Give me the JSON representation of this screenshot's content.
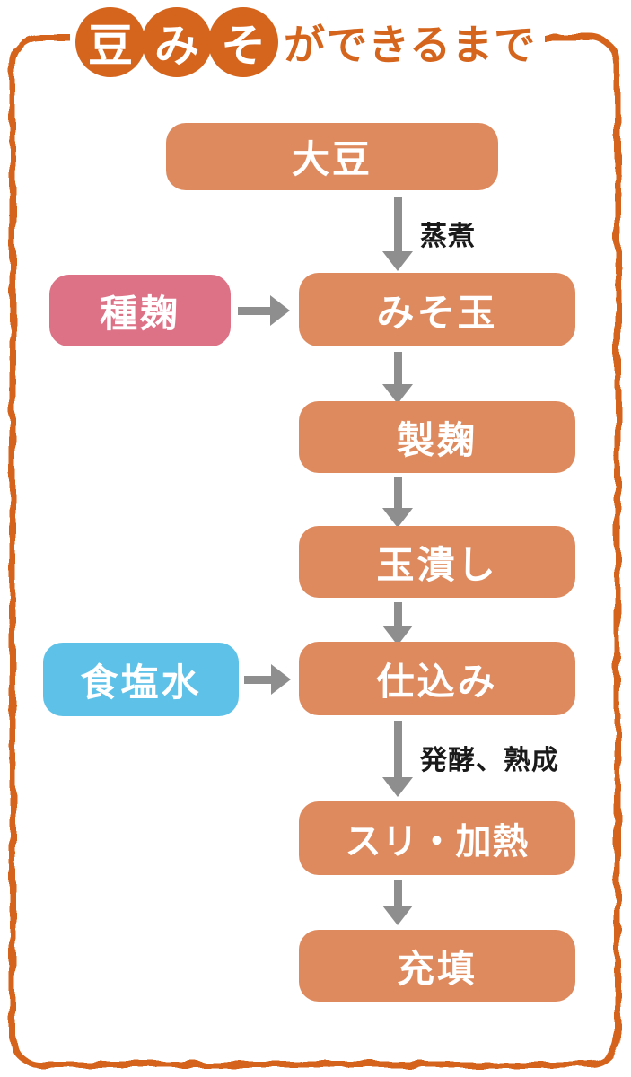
{
  "title": {
    "circles": [
      "豆",
      "み",
      "そ"
    ],
    "suffix": "ができるまで"
  },
  "colors": {
    "accent_orange": "#d5641c",
    "box_orange": "#df8a5e",
    "box_pink": "#dd7186",
    "box_blue": "#5ec1e8",
    "arrow_gray": "#8e8e8e",
    "node_text": "#ffffff",
    "label_text": "#1a1a1a",
    "background": "#ffffff"
  },
  "flow": {
    "nodes": {
      "daizu": "大豆",
      "tanekoji": "種麹",
      "misodama": "みそ玉",
      "seikiku": "製麹",
      "tamatsubushi": "玉潰し",
      "shokuensui": "食塩水",
      "shikomi": "仕込み",
      "suri_kanetsu": "スリ・加熱",
      "juten": "充填"
    },
    "arrow_labels": {
      "joshaku": "蒸煮",
      "hakko_jukusei": "発酵、熟成"
    }
  }
}
